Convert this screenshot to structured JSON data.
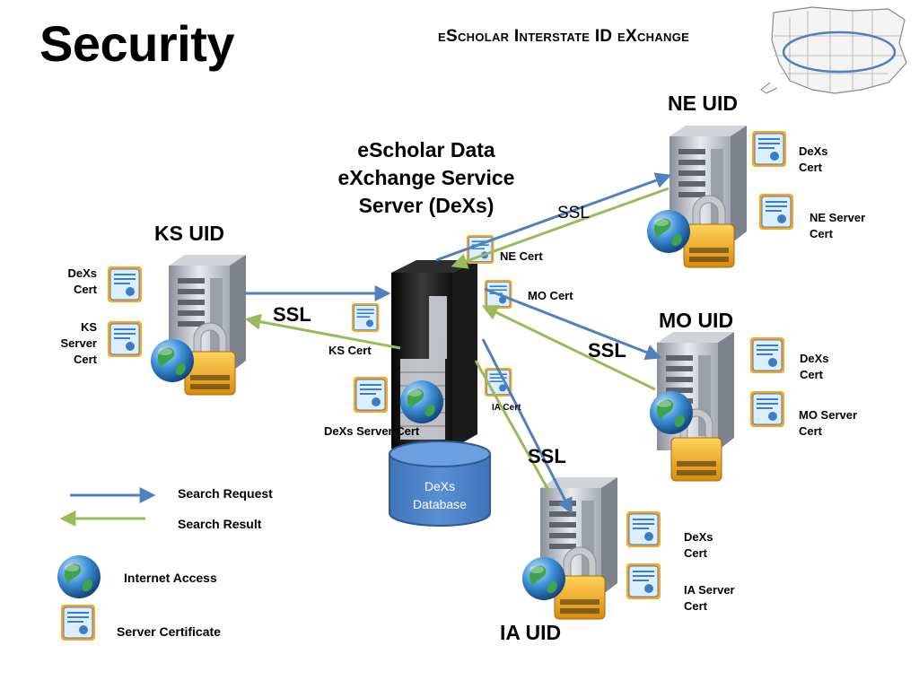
{
  "header": {
    "title": "Security",
    "subtitle": "eScholar Interstate ID eXchange"
  },
  "center": {
    "title_lines": [
      "eScholar Data",
      "eXchange Service",
      "Server (DeXs)"
    ],
    "dexs_server_cert": "DeXs Server Cert",
    "database_lines": [
      "DeXs",
      "Database"
    ]
  },
  "nodes": {
    "ks": {
      "title": "KS UID",
      "cert1_lines": [
        "DeXs",
        "Cert"
      ],
      "cert2_lines": [
        "KS",
        "Server",
        "Cert"
      ],
      "link_cert": "KS Cert",
      "ssl": "SSL"
    },
    "ne": {
      "title": "NE UID",
      "cert1_lines": [
        "DeXs",
        "Cert"
      ],
      "cert2_lines": [
        "NE Server",
        "Cert"
      ],
      "link_cert": "NE Cert",
      "ssl": "SSL"
    },
    "mo": {
      "title": "MO UID",
      "cert1_lines": [
        "DeXs",
        "Cert"
      ],
      "cert2_lines": [
        "MO Server",
        "Cert"
      ],
      "link_cert": "MO Cert",
      "ssl": "SSL"
    },
    "ia": {
      "title": "IA UID",
      "cert1_lines": [
        "DeXs",
        "Cert"
      ],
      "cert2_lines": [
        "IA Server",
        "Cert"
      ],
      "link_cert": "IA Cert",
      "ssl": "SSL"
    }
  },
  "legend": {
    "search_request": "Search Request",
    "search_result": "Search Result",
    "internet_access": "Internet Access",
    "server_certificate": "Server Certificate"
  },
  "colors": {
    "request_arrow": "#4f81bd",
    "result_arrow": "#9bbb59",
    "database_fill": "#4f81bd",
    "cert_border": "#f6a623",
    "cert_fill": "#dcefff"
  }
}
